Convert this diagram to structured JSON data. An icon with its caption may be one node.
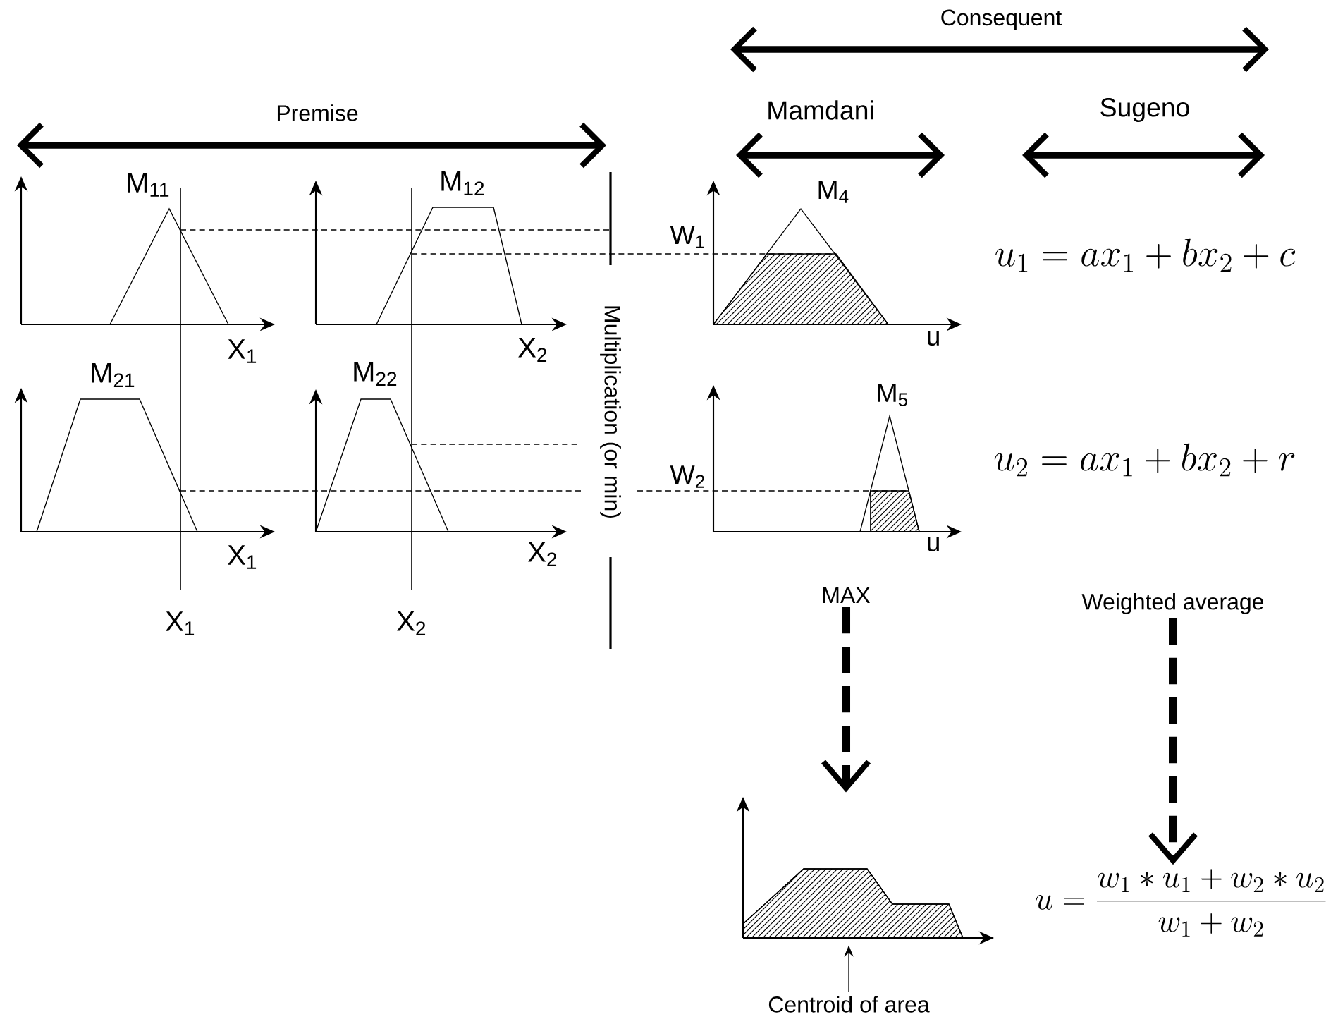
{
  "diagram": {
    "nodes": [
      {
        "text": [
          "MAX"
        ]
      },
      {
        "text": [],
        "shape": "picture"
      },
      {
        "text": [
          "Weighted average"
        ]
      },
      {
        "text": [
          "u=\\frac{w_1 * u_1 + w_2 * u_2}{w_1 + w_2}"
        ]
      },
      {
        "text": [
          "Centroid of area"
        ]
      }
    ],
    "edges": [
      {
        "from": 0,
        "to": 1,
        "arrow": "to",
        "style": "dashed"
      },
      {
        "from": 2,
        "to": 3,
        "arrow": "to",
        "style": "dashed"
      },
      {
        "from": 4,
        "to": 1,
        "arrow": "to"
      }
    ],
    "labels": [
      "Consequent",
      "Premise",
      "Mamdani",
      "Sugeno",
      "M$_{11}$",
      "M$_{12}$",
      "W$_{1}$",
      "M$_{4}$",
      "u_1 = ax_1 + bx_2 + c",
      "X$_{1}$",
      "X$_{2}$",
      "u",
      "M$_{21}$",
      "M$_{22}$",
      "M$_{5}$",
      "W$_{2}$",
      "u_2 = ax_1 + bx_2 + r",
      "X$_{1}$",
      "X$_{2}$",
      "u",
      "Multiplication (or min)",
      "X$_{1}$",
      "X$_{2}$"
    ]
  }
}
